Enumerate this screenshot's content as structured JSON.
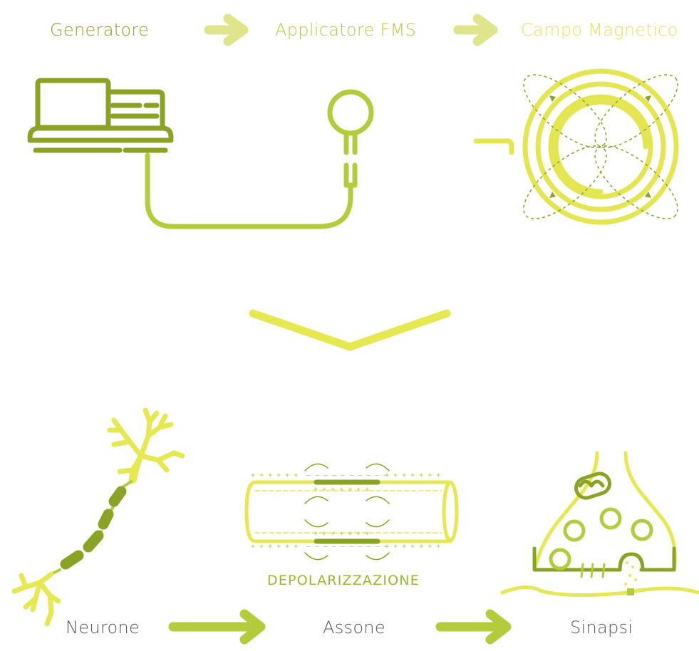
{
  "colors": {
    "dark_green": "#8aa324",
    "mid_green": "#b4cc3c",
    "light_yellow_green": "#cfe04a",
    "yellow": "#e6e84f",
    "pale_arrow": "#dfe58a"
  },
  "top_row": {
    "labels": [
      "Generatore",
      "Applicatore FMS",
      "Campo Magnetico"
    ],
    "icons": [
      "generator-icon",
      "applicator-icon",
      "magnetic-field-coil-icon"
    ]
  },
  "middle": {
    "icon": "chevron-down-icon"
  },
  "bottom_row": {
    "labels": [
      "Neurone",
      "Assone",
      "Sinapsi"
    ],
    "icons": [
      "neuron-icon",
      "axon-icon",
      "synapse-icon"
    ],
    "axon_caption": "DEPOLARIZZAZIONE"
  }
}
